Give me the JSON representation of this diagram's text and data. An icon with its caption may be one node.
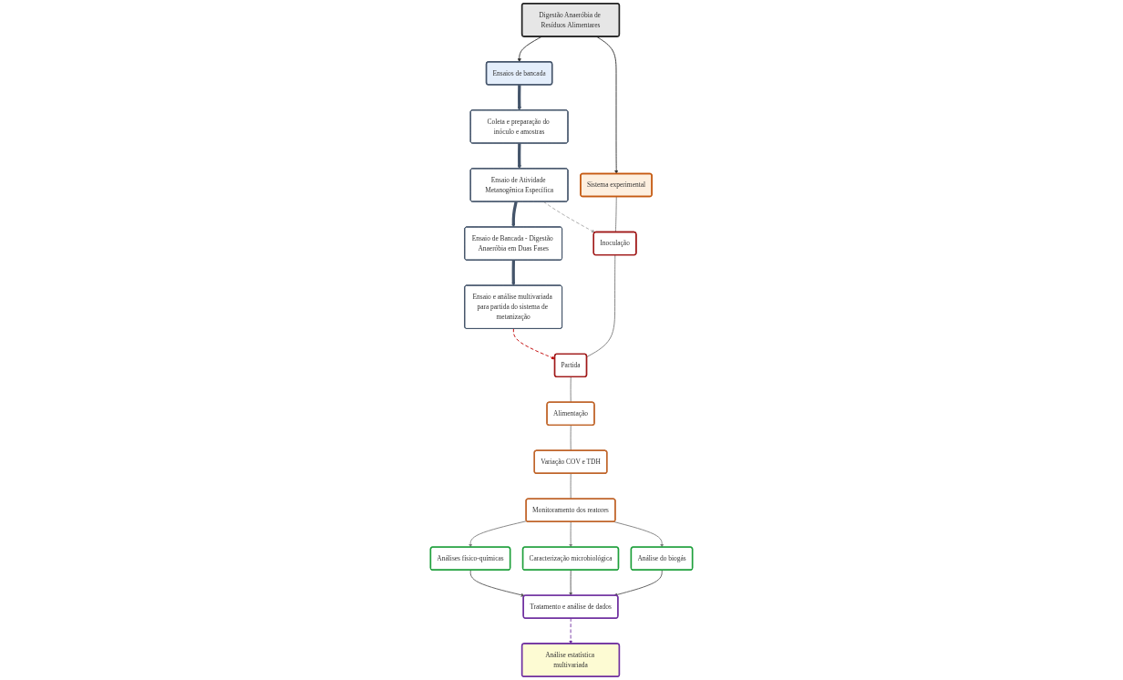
{
  "diagram": {
    "nodes": [
      {
        "text": [
          "Digestão Anaeróbia de Resíduos Alimentares"
        ]
      },
      {
        "text": [
          "Ensaios de bancada"
        ]
      },
      {
        "text": [
          "Coleta e preparação do inóculo e amostras"
        ]
      },
      {
        "text": [
          "Ensaio de Atividade Metanogênica Específica"
        ]
      },
      {
        "text": [
          "Ensaio de Bancada - Digestão Anaeróbia em Duas Fases"
        ]
      },
      {
        "text": [
          "Ensaio e análise multivariada para partida do sistema de metanização"
        ]
      },
      {
        "text": [
          "Sistema experimental"
        ]
      },
      {
        "text": [
          "Inoculação"
        ]
      },
      {
        "text": [
          "Partida"
        ]
      },
      {
        "text": [
          "Alimentação"
        ]
      },
      {
        "text": [
          "Variação COV e TDH"
        ]
      },
      {
        "text": [
          "Monitoramento dos reatores"
        ]
      },
      {
        "text": [
          "Análises físico-químicas"
        ]
      },
      {
        "text": [
          "Caracterização microbiológica"
        ]
      },
      {
        "text": [
          "Análise do biogás"
        ]
      },
      {
        "text": [
          "Tratamento e análise de dados"
        ]
      },
      {
        "text": [
          "Análise estatística multivariada"
        ]
      }
    ],
    "edges": [
      {
        "from": 0,
        "to": 1,
        "arrow": "to"
      },
      {
        "from": 0,
        "to": 6,
        "arrow": "to"
      },
      {
        "from": 1,
        "to": 2,
        "arrow": "to",
        "style": "thick",
        "color": "#44546a"
      },
      {
        "from": 2,
        "to": 3,
        "arrow": "to",
        "style": "thick",
        "color": "#44546a"
      },
      {
        "from": 3,
        "to": 4,
        "arrow": "to",
        "style": "thick",
        "color": "#44546a"
      },
      {
        "from": 4,
        "to": 5,
        "arrow": "to",
        "style": "thick",
        "color": "#44546a"
      },
      {
        "from": 3,
        "to": 7,
        "arrow": "to",
        "style": "dashed",
        "color": "#a6a6a6"
      },
      {
        "from": 5,
        "to": 8,
        "arrow": "to",
        "style": "dashed",
        "color": "#c00000"
      },
      {
        "from": 6,
        "to": 7,
        "arrow": "none",
        "color": "#808080"
      },
      {
        "from": 7,
        "to": 8,
        "arrow": "none",
        "color": "#808080"
      },
      {
        "from": 8,
        "to": 9,
        "arrow": "none",
        "color": "#808080"
      },
      {
        "from": 9,
        "to": 10,
        "arrow": "none",
        "color": "#808080"
      },
      {
        "from": 10,
        "to": 11,
        "arrow": "none",
        "color": "#808080"
      },
      {
        "from": 11,
        "to": 12,
        "arrow": "to",
        "color": "#808080"
      },
      {
        "from": 11,
        "to": 13,
        "arrow": "to",
        "color": "#808080"
      },
      {
        "from": 11,
        "to": 14,
        "arrow": "to",
        "color": "#808080"
      },
      {
        "from": 12,
        "to": 15,
        "arrow": "to",
        "color": "#595959"
      },
      {
        "from": 13,
        "to": 15,
        "arrow": "to",
        "color": "#595959"
      },
      {
        "from": 14,
        "to": 15,
        "arrow": "to",
        "color": "#595959"
      },
      {
        "from": 15,
        "to": 16,
        "arrow": "to",
        "style": "dashed",
        "color": "#7030a0"
      }
    ]
  }
}
